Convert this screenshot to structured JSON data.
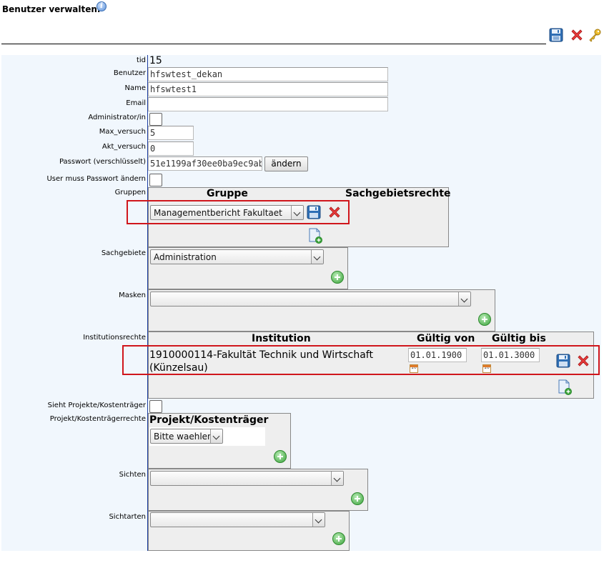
{
  "header": {
    "title": "Benutzer verwalten.",
    "info_icon": "info-icon",
    "toolbar": [
      "save-icon",
      "delete-icon",
      "key-icon"
    ]
  },
  "form": {
    "tid_label": "tid",
    "tid_value": "15",
    "benutzer_label": "Benutzer",
    "benutzer_value": "hfswtest_dekan",
    "name_label": "Name",
    "name_value": "hfswtest1",
    "email_label": "Email",
    "email_value": "",
    "admin_label": "Administrator/in",
    "max_versuch_label": "Max_versuch",
    "max_versuch_value": "5",
    "akt_versuch_label": "Akt_versuch",
    "akt_versuch_value": "0",
    "passwort_label": "Passwort (verschlüsselt)",
    "passwort_value": "51e1199af30ee0ba9ec9ab",
    "aendern_label": "ändern",
    "pw_change_label": "User muss Passwort ändern",
    "gruppen_label": "Gruppen",
    "sachgebiete_label": "Sachgebiete",
    "masken_label": "Masken",
    "institutionsrechte_label": "Institutionsrechte",
    "sieht_projekte_label": "Sieht Projekte/Kostenträger",
    "projekt_rechte_label": "Projekt/Kostenträgerrechte",
    "sichten_label": "Sichten",
    "sichtarten_label": "Sichtarten"
  },
  "gruppen": {
    "col_gruppe": "Gruppe",
    "col_sachgebietsrechte": "Sachgebietsrechte",
    "selected": "Managementbericht Fakultaet"
  },
  "sachgebiete": {
    "selected": "Administration"
  },
  "masken": {
    "selected": ""
  },
  "institutionen": {
    "col_institution": "Institution",
    "col_gueltig_von": "Gültig von",
    "col_gueltig_bis": "Gültig bis",
    "institution_line1": "1910000114-Fakultät Technik und Wirtschaft",
    "institution_line2": "(Künzelsau)",
    "gueltig_von": "01.01.1900",
    "gueltig_bis": "01.01.3000",
    "calendar_text": "10"
  },
  "projekte": {
    "col_header": "Projekt/Kostenträger",
    "selected": "Bitte waehlen"
  },
  "sichten": {
    "selected": ""
  },
  "sichtarten": {
    "selected": ""
  },
  "colors": {
    "panel_bg": "#f1f7fd",
    "highlight_border": "#d0161c",
    "separator": "#1f3fa3"
  }
}
